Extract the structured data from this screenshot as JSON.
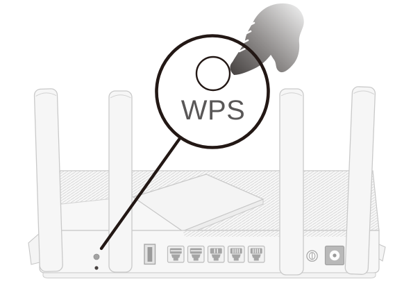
{
  "callout": {
    "label": "WPS",
    "label_color": "#595757",
    "ring_color": "#231815"
  },
  "router": {
    "outline_color": "#c6c6c6",
    "body_fill": "#f7f7f7",
    "hatch_color": "#d9d9d9",
    "port_gray": "#a5a5a5",
    "antenna_count": 4,
    "ethernet_port_count": 5,
    "rear_items": [
      {
        "name": "wps-button-dot"
      },
      {
        "name": "reset-pinhole"
      },
      {
        "name": "usb-port"
      },
      {
        "name": "ethernet-port-1"
      },
      {
        "name": "ethernet-port-2"
      },
      {
        "name": "ethernet-port-3"
      },
      {
        "name": "ethernet-port-4"
      },
      {
        "name": "ethernet-port-5"
      },
      {
        "name": "power-button"
      },
      {
        "name": "power-jack"
      }
    ]
  },
  "hand": {
    "gradient_dark": "#4a4645",
    "gradient_light": "#e8e8e8"
  }
}
